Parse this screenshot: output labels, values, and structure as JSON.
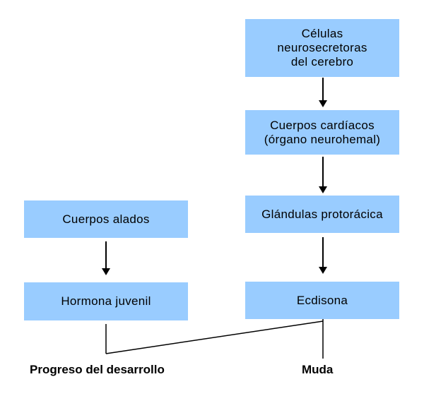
{
  "nodes": {
    "celulas": "Células\nneurosecretoras\ndel cerebro",
    "cuerpos_cardiacos": "Cuerpos cardíacos\n(órgano neurohemal)",
    "glandulas": "Glándulas protorácica",
    "ecdisona": "Ecdisona",
    "cuerpos_alados": "Cuerpos alados",
    "hormona_juvenil": "Hormona juvenil"
  },
  "outcomes": {
    "progreso": "Progreso del desarrollo",
    "muda": "Muda"
  },
  "colors": {
    "box_fill": "#99ccff",
    "line": "#000000"
  }
}
